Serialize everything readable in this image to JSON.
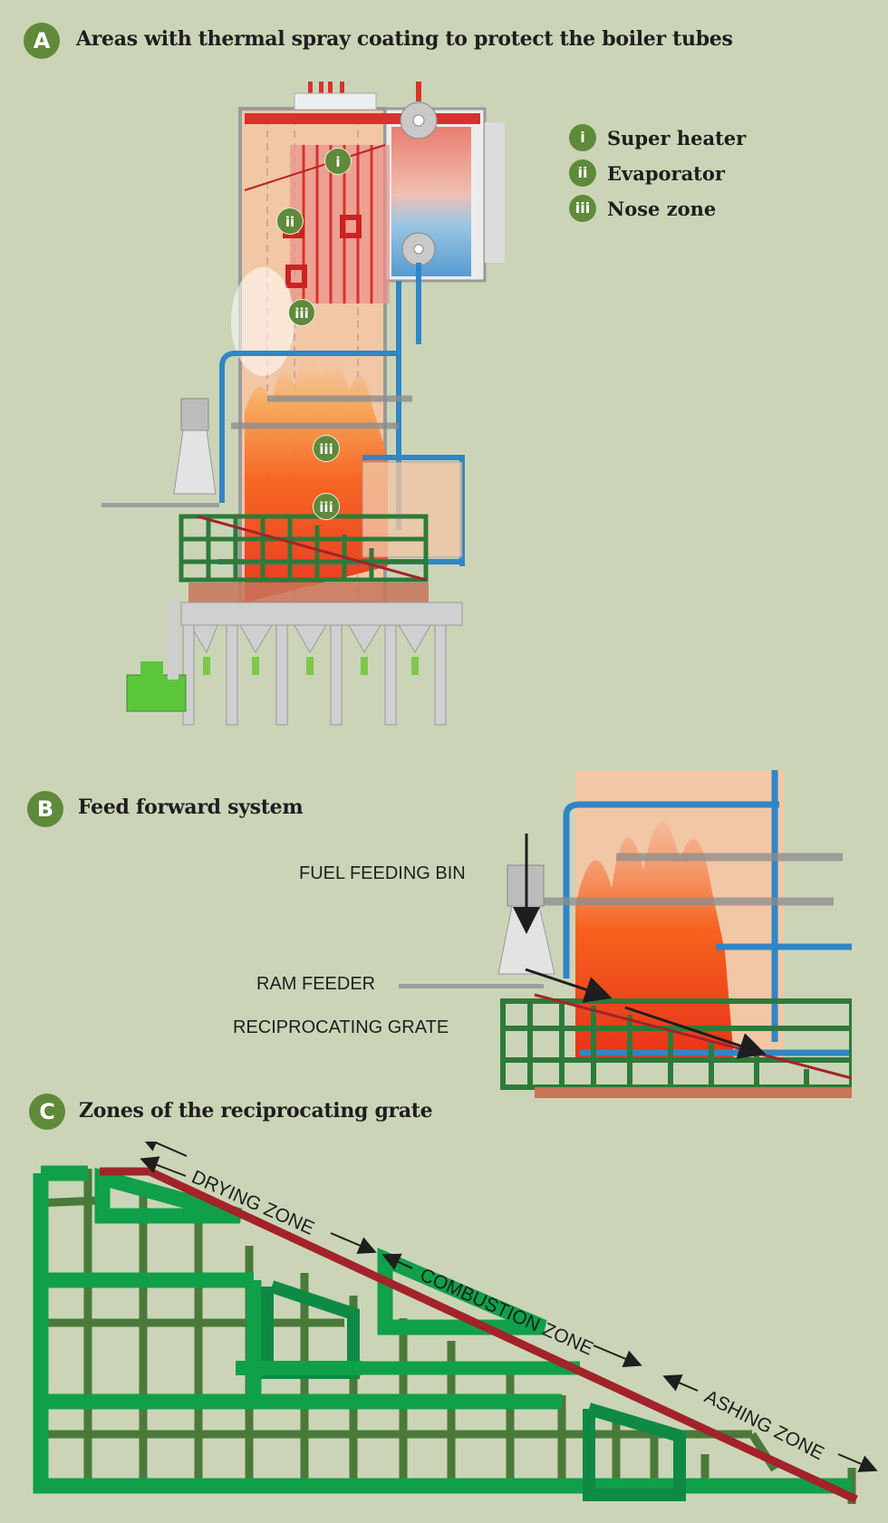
{
  "sections": {
    "a": {
      "badge": "A",
      "title": "Areas with thermal spray coating to protect the boiler tubes",
      "legend": [
        {
          "marker": "i",
          "label": "Super heater"
        },
        {
          "marker": "ii",
          "label": "Evaporator"
        },
        {
          "marker": "iii",
          "label": "Nose zone"
        }
      ],
      "diagram_markers": [
        "i",
        "ii",
        "iii",
        "iii",
        "iii"
      ]
    },
    "b": {
      "badge": "B",
      "title": "Feed forward system",
      "callouts": {
        "fuel_bin": "FUEL FEEDING BIN",
        "ram_feeder": "RAM FEEDER",
        "grate": "RECIPROCATING GRATE"
      }
    },
    "c": {
      "badge": "C",
      "title": "Zones of the reciprocating grate",
      "zones": [
        "DRYING ZONE",
        "COMBUSTION ZONE",
        "ASHING ZONE"
      ]
    }
  },
  "colors": {
    "background": "#cbd4b7",
    "badge": "#5f8a3a",
    "grate_light": "#10a04a",
    "grate_dark": "#4a7a3a",
    "grate_mid": "#0e8a45",
    "grate_surface": "#a3232a",
    "pipe_blue": "#2f86c6",
    "superheater_red": "#d8322c",
    "flame": "#f04a1c"
  }
}
